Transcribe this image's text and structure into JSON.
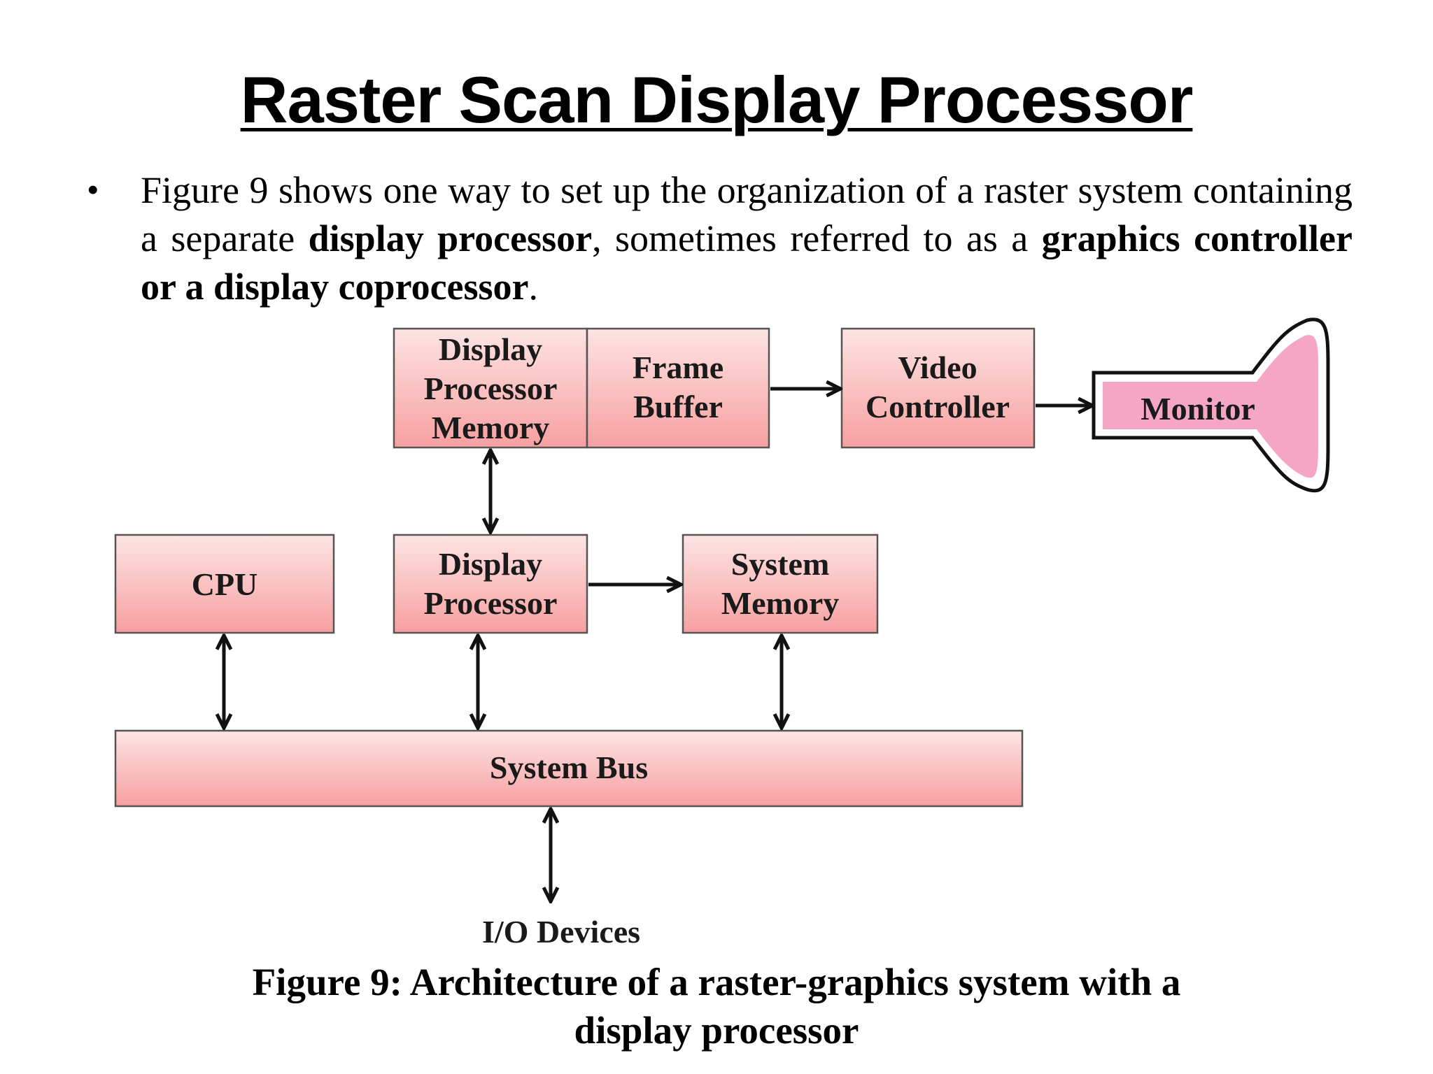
{
  "title": "Raster Scan Display Processor",
  "bullet": {
    "t1": "Figure 9 shows one way to set up the organization of a raster system containing a separate ",
    "b1": "display processor",
    "t2": ", sometimes referred to as a ",
    "b2": "graphics controller or a display coprocessor",
    "t3": "."
  },
  "diagram": {
    "dpm": [
      "Display",
      "Processor",
      "Memory"
    ],
    "frame_buffer": [
      "Frame",
      "Buffer"
    ],
    "video_controller": [
      "Video",
      "Controller"
    ],
    "monitor": "Monitor",
    "cpu": "CPU",
    "display_processor": [
      "Display",
      "Processor"
    ],
    "system_memory": [
      "System",
      "Memory"
    ],
    "system_bus": "System Bus",
    "io_devices": "I/O Devices"
  },
  "caption": {
    "line1": "Figure 9: Architecture of a raster-graphics system with a",
    "line2": "display processor"
  },
  "colors": {
    "box_top": "#fde4e4",
    "box_bottom": "#f7a0a0",
    "monitor_fill": "#f5a6c4"
  }
}
